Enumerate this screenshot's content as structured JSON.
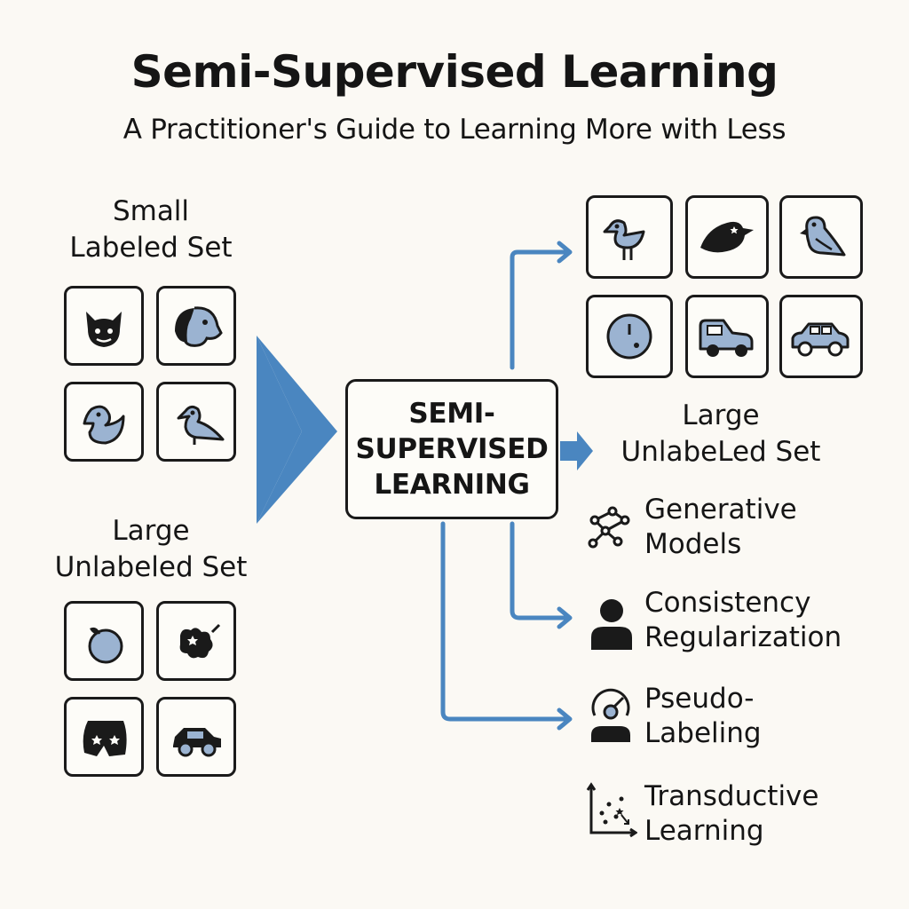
{
  "title": "Semi-Supervised Learning",
  "subtitle": "A Practitioner's Guide to Learning More with Less",
  "left": {
    "labeled_label": "Small\nLabeled Set",
    "labeled_icons": [
      "cat-icon",
      "dog-icon",
      "duck-icon",
      "bird-icon"
    ],
    "unlabeled_label": "Large\nUnlabeled Set",
    "unlabeled_icons": [
      "apple-icon",
      "cluster-icon",
      "shape-icon",
      "car-icon"
    ]
  },
  "center": {
    "label": "SEMI-\nSUPERVISED\nLEARNING"
  },
  "right": {
    "unlabeled_icons": [
      "bird-icon",
      "bird-silhouette-icon",
      "parrot-icon",
      "ball-icon",
      "van-icon",
      "car-icon"
    ],
    "unlabeled_label": "Large\nUnlabeLed Set",
    "methods": [
      {
        "label": "Generative\nModels",
        "icon": "network-graph-icon"
      },
      {
        "label": "Consistency\nRegularization",
        "icon": "person-icon"
      },
      {
        "label": "Pseudo-\nLabeling",
        "icon": "person-gauge-icon"
      },
      {
        "label": "Transductive\nLearning",
        "icon": "scatter-axes-icon"
      }
    ]
  },
  "colors": {
    "accent": "#4a86c0",
    "icon_fill": "#9bb3d1",
    "ink": "#151515",
    "background": "#fbf9f4"
  }
}
